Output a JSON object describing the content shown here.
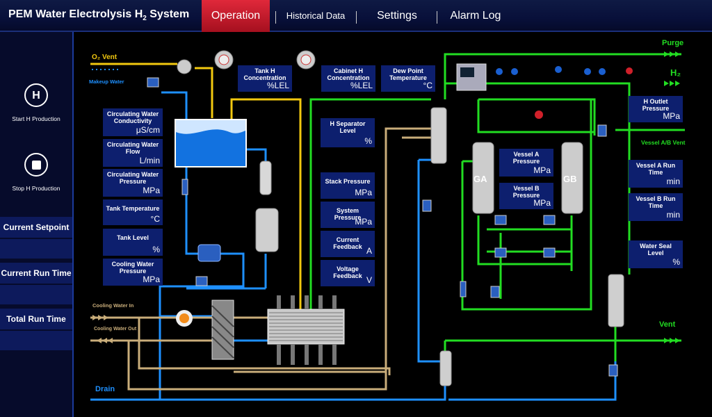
{
  "header": {
    "title_main": "PEM Water Electrolysis H",
    "title_sub": "2",
    "title_end": " System",
    "tabs": [
      "Operation",
      "Historical Data",
      "Settings",
      "Alarm Log"
    ]
  },
  "sidebar": {
    "start": "Start H   Production",
    "stop": "Stop H   Production",
    "setpoint": "Current Setpoint",
    "run_time": "Current Run Time",
    "total_run": "Total Run Time"
  },
  "lines": {
    "o2_vent": "O₂ Vent",
    "makeup": "Makeup Water",
    "purge": "Purge",
    "h2": "H₂",
    "vessel_vent": "Vessel A/B Vent",
    "vent": "Vent",
    "drain": "Drain",
    "cw_in": "Cooling Water In",
    "cw_out": "Cooling Water Out"
  },
  "vessels": {
    "ga": "GA",
    "gb": "GB"
  },
  "left_panels": [
    {
      "label": "Circulating Water Conductivity",
      "unit": "μS/cm"
    },
    {
      "label": "Circulating Water Flow",
      "unit": "L/min"
    },
    {
      "label": "Circulating Water Pressure",
      "unit": "MPa"
    },
    {
      "label": "Tank Temperature",
      "unit": "°C"
    },
    {
      "label": "Tank Level",
      "unit": "%"
    },
    {
      "label": "Cooling Water Pressure",
      "unit": "MPa"
    }
  ],
  "top_panels": [
    {
      "label": "Tank H Concentration",
      "unit": "%LEL"
    },
    {
      "label": "Cabinet H Concentration",
      "unit": "%LEL"
    },
    {
      "label": "Dew Point Temperature",
      "unit": "°C"
    }
  ],
  "mid_panels": [
    {
      "label": "H Separator Level",
      "unit": "%"
    },
    {
      "label": "Stack Pressure",
      "unit": "MPa"
    },
    {
      "label": "System Pressure",
      "unit": "MPa"
    },
    {
      "label": "Current Feedback",
      "unit": "A"
    },
    {
      "label": "Voltage Feedback",
      "unit": "V"
    }
  ],
  "vessel_panels": [
    {
      "label": "Vessel A Pressure",
      "unit": "MPa"
    },
    {
      "label": "Vessel B Pressure",
      "unit": "MPa"
    }
  ],
  "right_panels": [
    {
      "label": "H Outlet Pressure",
      "unit": "MPa"
    },
    {
      "label": "Vessel A Run Time",
      "unit": "min"
    },
    {
      "label": "Vessel B Run Time",
      "unit": "min"
    },
    {
      "label": "Water Seal Level",
      "unit": "%"
    }
  ],
  "colors": {
    "water": "#1e90ff",
    "h2": "#22dd22",
    "o2": "#f2c80f",
    "cooling": "#c9ad7a",
    "panel": "#0d1f6e",
    "active_tab": "#c81a2a"
  }
}
